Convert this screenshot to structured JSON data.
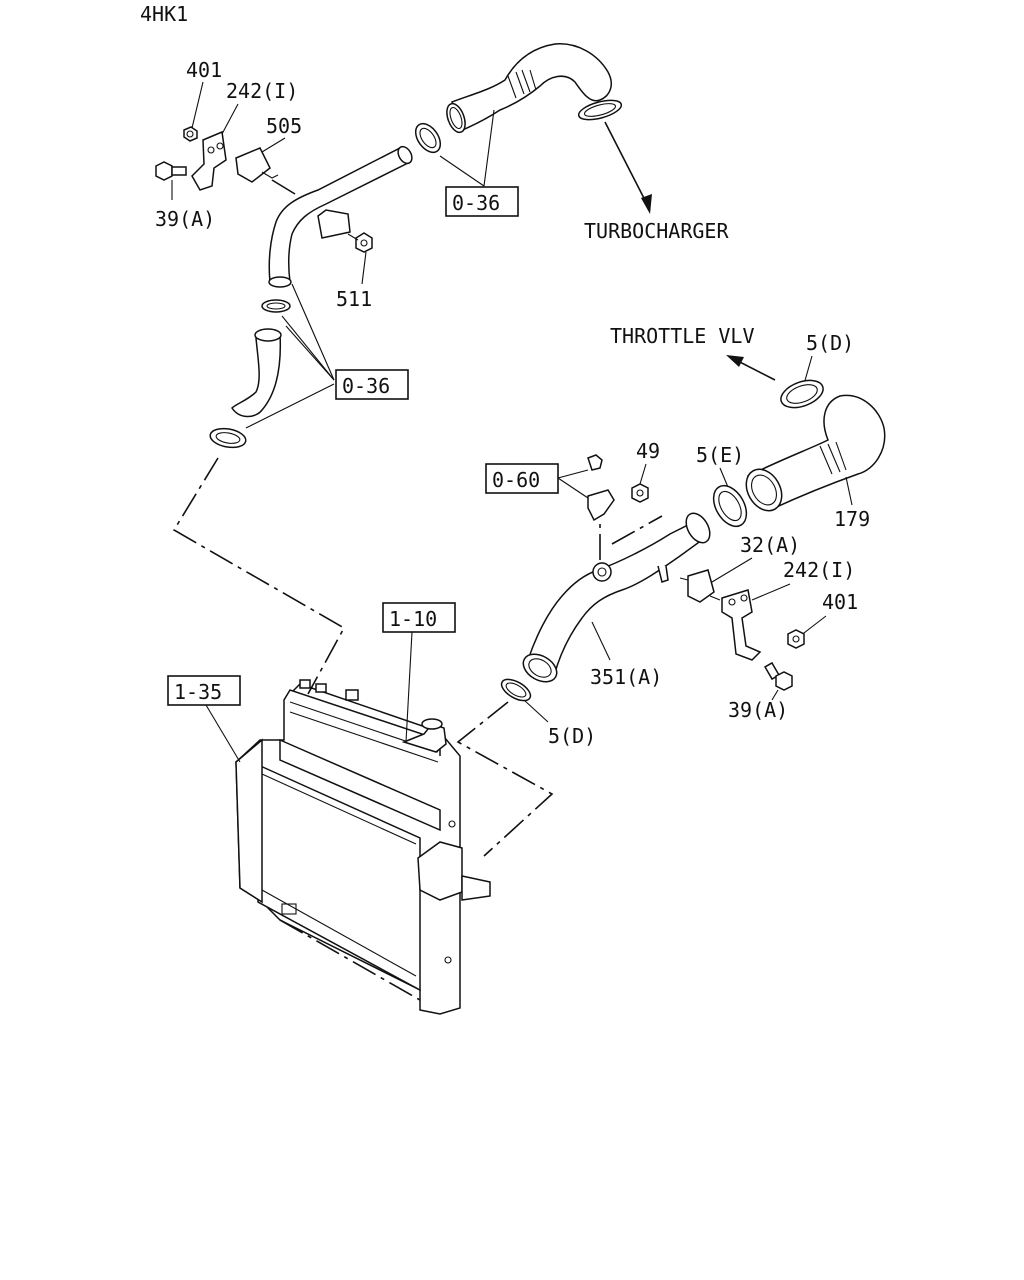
{
  "engine_model": "4HK1",
  "destinations": {
    "turbocharger": "TURBOCHARGER",
    "throttle_valve": "THROTTLE VLV"
  },
  "callouts": {
    "nut_401_top": "401",
    "bracket_242_top": "242(I)",
    "sensor_505": "505",
    "bolt_39a_top": "39(A)",
    "nut_511": "511",
    "ref_036_top": "0-36",
    "ref_036_mid": "0-36",
    "clamp_5d_top": "5(D)",
    "nut_49": "49",
    "clamp_5e": "5(E)",
    "ref_060": "0-60",
    "hose_179": "179",
    "sensor_32a": "32(A)",
    "bracket_242_bottom": "242(I)",
    "nut_401_bottom": "401",
    "bolt_39a_bottom": "39(A)",
    "pipe_351a": "351(A)",
    "clamp_5d_bottom": "5(D)",
    "ref_110": "1-10",
    "ref_135": "1-35"
  }
}
